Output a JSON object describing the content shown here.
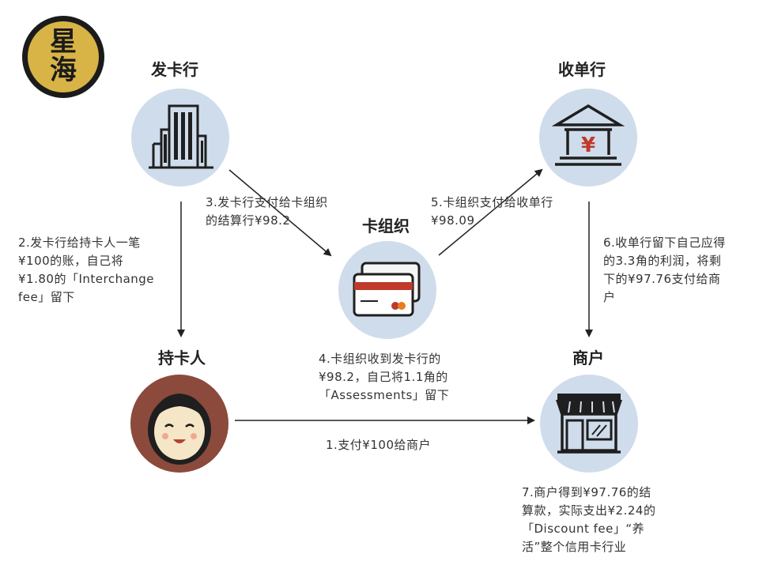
{
  "logo": {
    "line1": "星",
    "line2": "海"
  },
  "nodes": {
    "issuer": {
      "title": "发卡行",
      "icon": "building-icon"
    },
    "acquirer": {
      "title": "收单行",
      "icon": "bank-yuan-icon"
    },
    "network": {
      "title": "卡组织",
      "icon": "credit-cards-icon"
    },
    "cardholder": {
      "title": "持卡人",
      "icon": "person-face-icon"
    },
    "merchant": {
      "title": "商户",
      "icon": "storefront-icon"
    }
  },
  "steps": {
    "step1": "1.支付¥100给商户",
    "step2": "2.发卡行给持卡人一笔\n¥100的账，自己将\n¥1.80的「Interchange\nfee」留下",
    "step3": "3.发卡行支付给卡组织\n的结算行¥98.2",
    "step4": "4.卡组织收到发卡行的\n¥98.2，自己将1.1角的\n「Assessments」留下",
    "step5": "5.卡组织支付给收单行\n¥98.09",
    "step6": "6.收单行留下自己应得\n的3.3角的利润，将剩\n下的¥97.76支付给商\n户",
    "step7": "7.商户得到¥97.76的结\n算款，实际支出¥2.24的\n「Discount fee」“养\n活”整个信用卡行业"
  },
  "colors": {
    "circle_bg": "#cfdceb",
    "line": "#222222",
    "logo_gold": "#d8b446",
    "card_red": "#c0392b",
    "face_bg": "#8b4a3c"
  }
}
